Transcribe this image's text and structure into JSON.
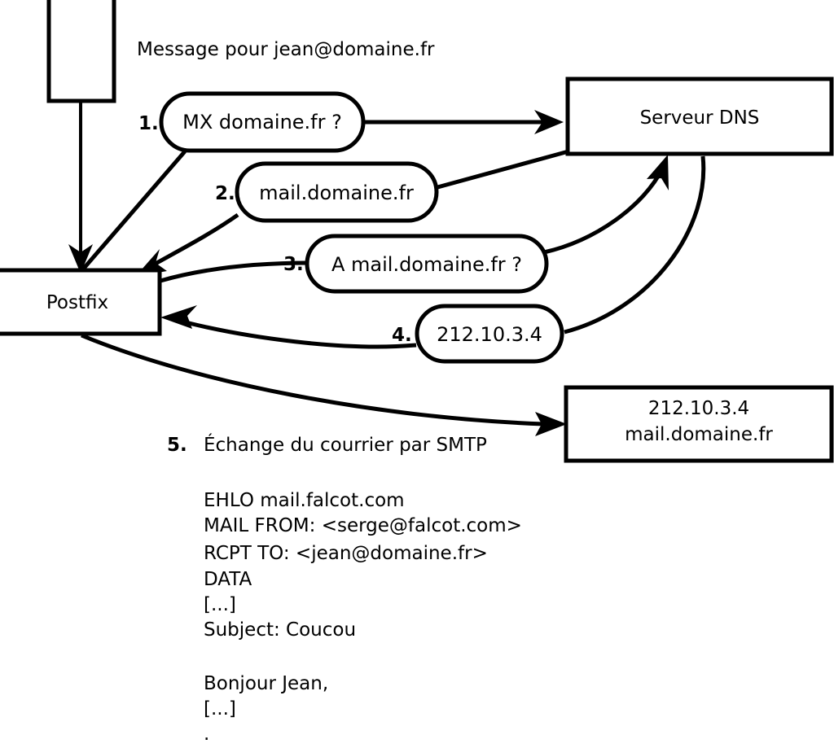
{
  "diagram": {
    "title_text": "Message pour jean@domaine.fr",
    "nodes": {
      "client": {
        "label": ""
      },
      "postfix": {
        "label": "Postfix"
      },
      "dns": {
        "label": "Serveur DNS"
      },
      "mailserver": {
        "line1": "212.10.3.4",
        "line2": "mail.domaine.fr"
      }
    },
    "steps": [
      {
        "num": "1.",
        "label": "MX domaine.fr ?"
      },
      {
        "num": "2.",
        "label": "mail.domaine.fr"
      },
      {
        "num": "3.",
        "label": "A mail.domaine.fr ?"
      },
      {
        "num": "4.",
        "label": "212.10.3.4"
      },
      {
        "num": "5.",
        "label": "Échange du courrier par SMTP"
      }
    ],
    "smtp_transcript": [
      "EHLO mail.falcot.com",
      "MAIL FROM: <serge@falcot.com>",
      "RCPT TO: <jean@domaine.fr>",
      "DATA",
      "[...]",
      "Subject: Coucou",
      "",
      "Bonjour Jean,",
      "[...]",
      "."
    ],
    "colors": {
      "stroke": "#000000",
      "fill": "#ffffff",
      "text": "#000000"
    }
  }
}
